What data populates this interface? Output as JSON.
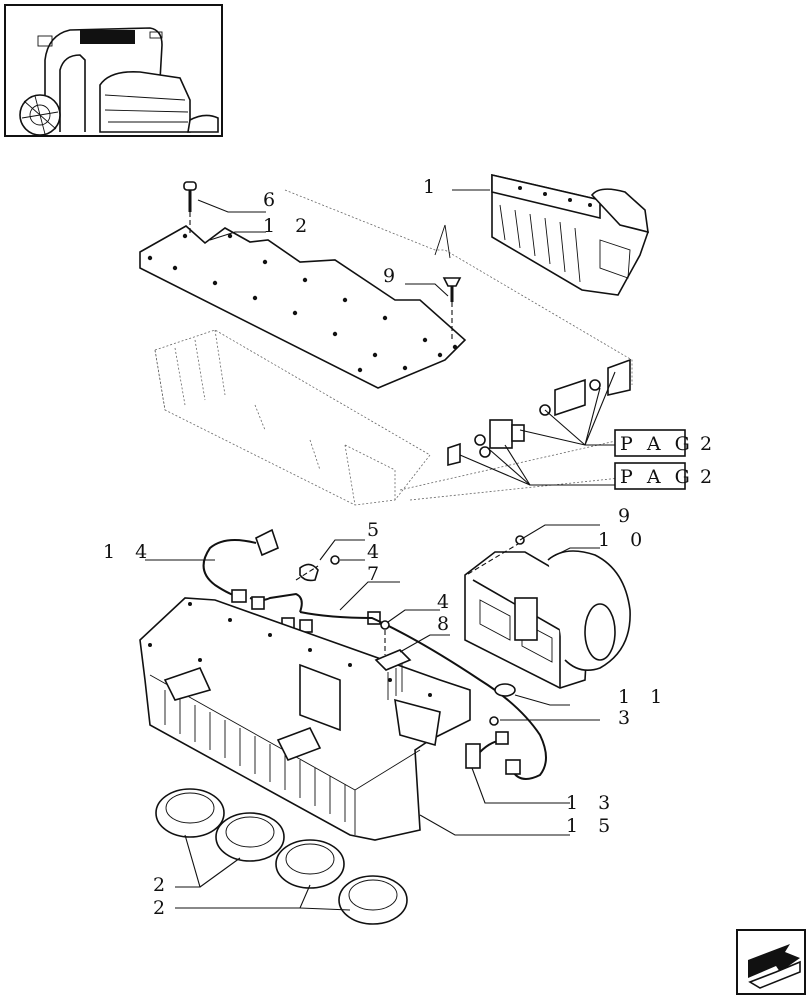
{
  "callouts": [
    {
      "id": "c1",
      "text": "1"
    },
    {
      "id": "c6",
      "text": "6"
    },
    {
      "id": "c12",
      "text": "1 2"
    },
    {
      "id": "c9a",
      "text": "9"
    },
    {
      "id": "c5",
      "text": "5"
    },
    {
      "id": "c4a",
      "text": "4"
    },
    {
      "id": "c7",
      "text": "7"
    },
    {
      "id": "c14",
      "text": "1 4"
    },
    {
      "id": "c4b",
      "text": "4"
    },
    {
      "id": "c8",
      "text": "8"
    },
    {
      "id": "c9b",
      "text": "9"
    },
    {
      "id": "c10",
      "text": "1 0"
    },
    {
      "id": "c11",
      "text": "1 1"
    },
    {
      "id": "c3",
      "text": "3"
    },
    {
      "id": "c13",
      "text": "1 3"
    },
    {
      "id": "c15",
      "text": "1 5"
    },
    {
      "id": "c2a",
      "text": "2"
    },
    {
      "id": "c2b",
      "text": "2"
    }
  ],
  "page_refs": [
    {
      "label": "P A G",
      "number": "2"
    },
    {
      "label": "P A G",
      "number": "2"
    }
  ],
  "icons": {
    "thumbnail": "tractor-cab-thumbnail-icon",
    "nav": "next-page-arrow-icon"
  }
}
